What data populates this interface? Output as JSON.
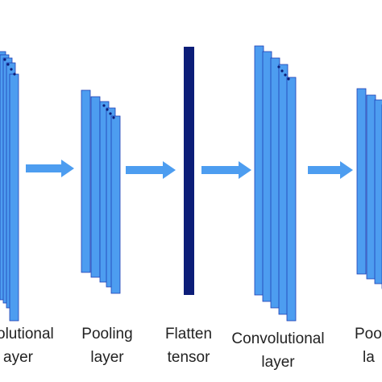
{
  "colors": {
    "layer_fill": "#4d9df0",
    "layer_stroke": "#1f3fb5",
    "arrow": "#4d9df0",
    "flatten_fill": "#0c1d78",
    "dots": "#0c1d78",
    "text": "#222222"
  },
  "labels": {
    "conv1": {
      "line1": "olutional",
      "line2": "ayer"
    },
    "pool1": {
      "line1": "Pooling",
      "line2": "layer"
    },
    "flatten": {
      "line1": "Flatten",
      "line2": "tensor"
    },
    "conv2": {
      "line1": "Convolutional",
      "line2": "layer"
    },
    "pool2": {
      "line1": "Poo",
      "line2": "la"
    }
  }
}
